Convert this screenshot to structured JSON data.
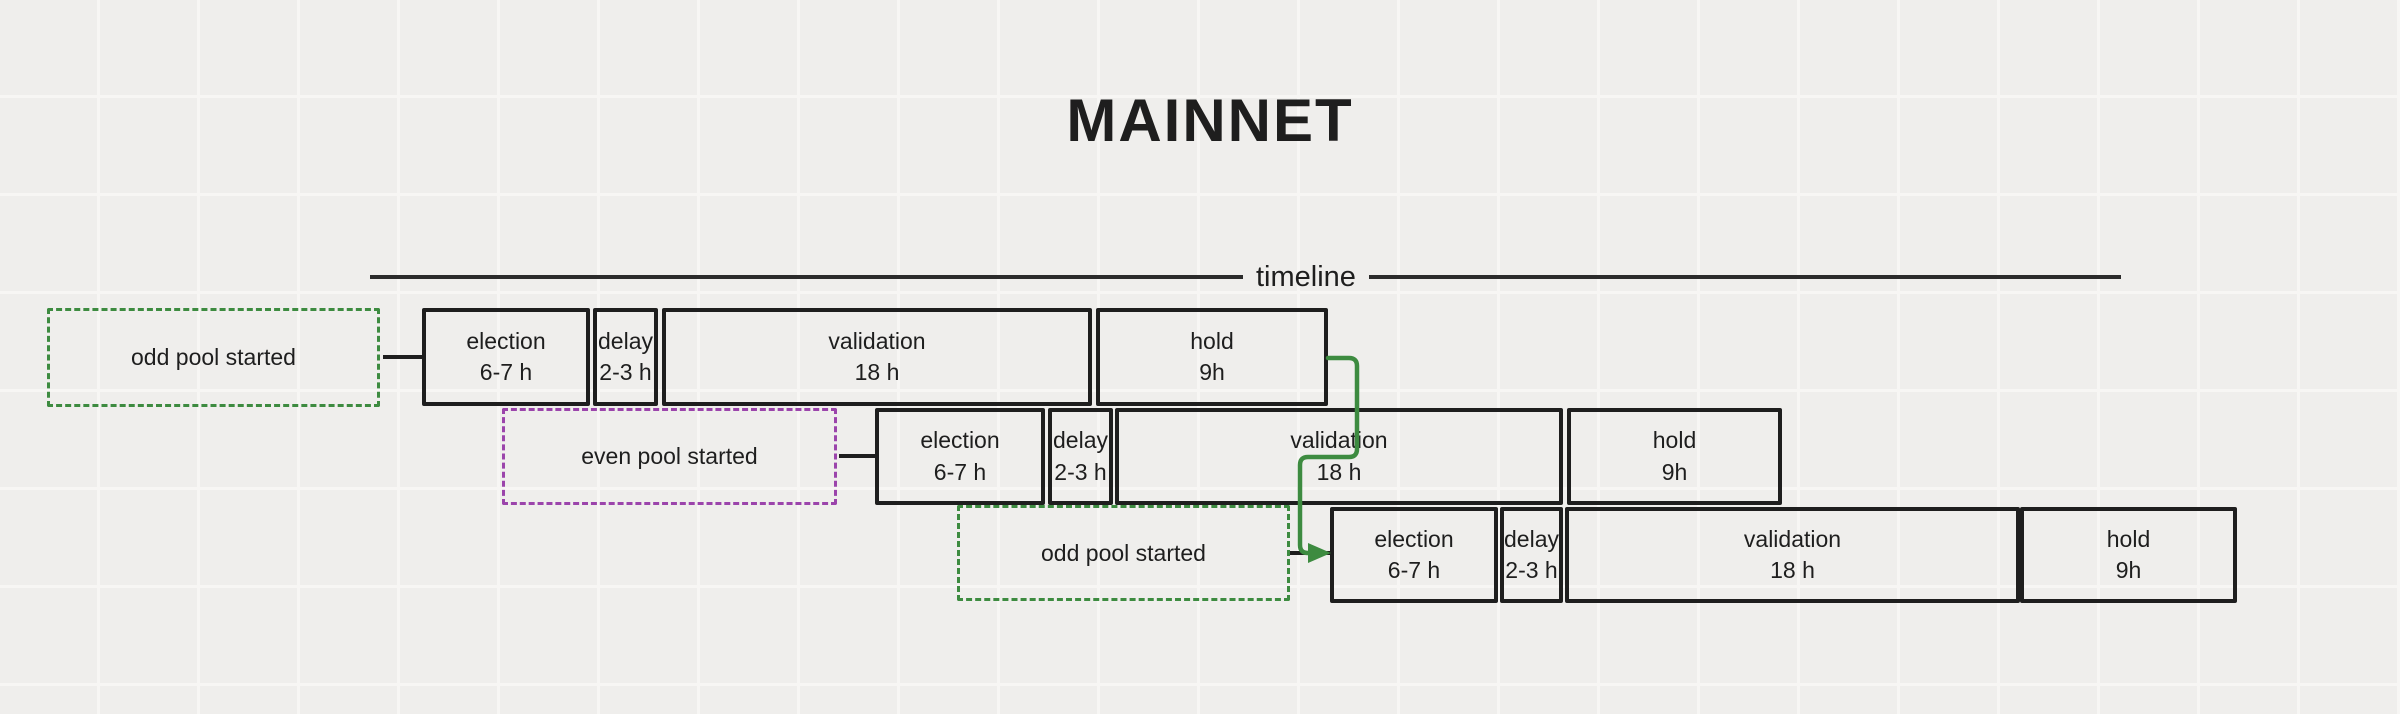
{
  "title": "MAINNET",
  "timeline_label": "timeline",
  "colors": {
    "stroke": "#1e1e1e",
    "green": "#3d8b40",
    "purple": "#9b44ab",
    "bg": "#efeeec"
  },
  "rows": [
    {
      "pool": {
        "label": "odd pool started",
        "color": "green"
      },
      "phases": [
        {
          "name": "election",
          "duration": "6-7 h"
        },
        {
          "name": "delay",
          "duration": "2-3 h"
        },
        {
          "name": "validation",
          "duration": "18 h"
        },
        {
          "name": "hold",
          "duration": "9h"
        }
      ]
    },
    {
      "pool": {
        "label": "even pool started",
        "color": "purple"
      },
      "phases": [
        {
          "name": "election",
          "duration": "6-7 h"
        },
        {
          "name": "delay",
          "duration": "2-3 h"
        },
        {
          "name": "validation",
          "duration": "18 h"
        },
        {
          "name": "hold",
          "duration": "9h"
        }
      ]
    },
    {
      "pool": {
        "label": "odd pool started",
        "color": "green"
      },
      "phases": [
        {
          "name": "election",
          "duration": "6-7 h"
        },
        {
          "name": "delay",
          "duration": "2-3 h"
        },
        {
          "name": "validation",
          "duration": "18 h"
        },
        {
          "name": "hold",
          "duration": "9h"
        }
      ]
    }
  ]
}
